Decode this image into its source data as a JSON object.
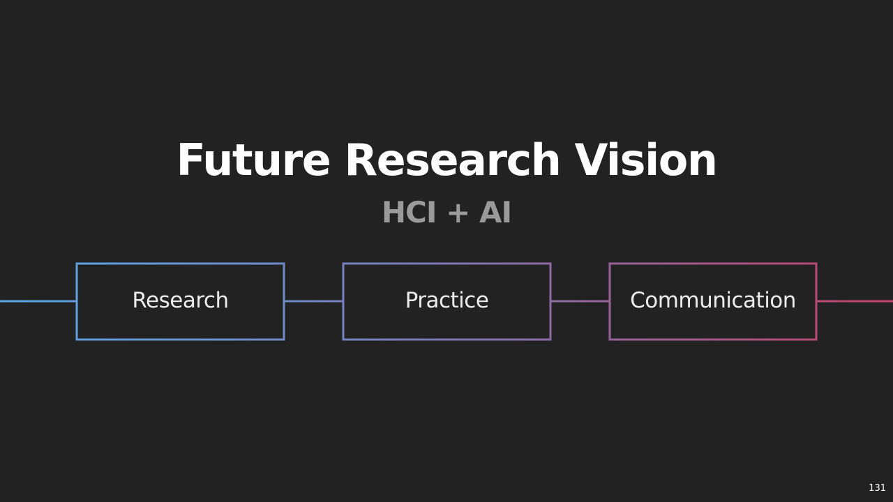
{
  "slide": {
    "title": "Future Research Vision",
    "subtitle": "HCI + AI",
    "steps": [
      {
        "label": "Research"
      },
      {
        "label": "Practice"
      },
      {
        "label": "Communication"
      }
    ],
    "page_number": "131"
  },
  "colors": {
    "background": "#222222",
    "gradient_start": "#5aa8e8",
    "gradient_mid": "#7c78b4",
    "gradient_end": "#c4426a",
    "subtitle": "#9a9a9a"
  }
}
